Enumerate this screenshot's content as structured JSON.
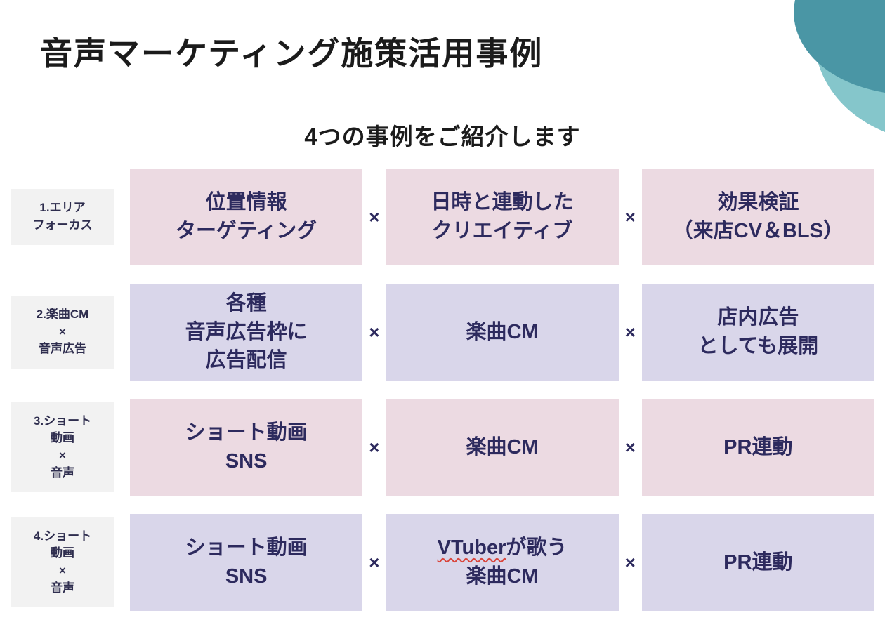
{
  "slide": {
    "title": "音声マーケティング施策活用事例",
    "subtitle": "4つの事例をご紹介します",
    "separator": "×"
  },
  "colors": {
    "pink": "#ecdae2",
    "lavender": "#d9d6ea",
    "label_bg": "#f2f2f2",
    "text": "#2d2a5e",
    "label_text": "#2e2d4e",
    "title_text": "#1b1b1b",
    "teal_dark": "#4a96a5",
    "teal_light": "#85c6cb"
  },
  "rows": [
    {
      "palette": "pink",
      "label_lines": [
        "1.エリア",
        "フォーカス"
      ],
      "cells": [
        {
          "lines": [
            "位置情報",
            "ターゲティング"
          ]
        },
        {
          "lines": [
            "日時と連動した",
            "クリエイティブ"
          ]
        },
        {
          "lines": [
            "効果検証",
            "（来店CV＆BLS）"
          ]
        }
      ]
    },
    {
      "palette": "lavender",
      "label_lines": [
        "2.楽曲CM",
        "×",
        "音声広告"
      ],
      "cells": [
        {
          "lines": [
            "各種",
            "音声広告枠に",
            "広告配信"
          ]
        },
        {
          "lines": [
            "楽曲CM"
          ]
        },
        {
          "lines": [
            "店内広告",
            "としても展開"
          ]
        }
      ]
    },
    {
      "palette": "pink",
      "label_lines": [
        "3.ショート",
        "動画",
        "×",
        "音声"
      ],
      "cells": [
        {
          "lines": [
            "ショート動画",
            "SNS"
          ]
        },
        {
          "lines": [
            "楽曲CM"
          ]
        },
        {
          "lines": [
            "PR連動"
          ]
        }
      ]
    },
    {
      "palette": "lavender",
      "label_lines": [
        "4.ショート",
        "動画",
        "×",
        "音声"
      ],
      "cells": [
        {
          "lines": [
            "ショート動画",
            "SNS"
          ]
        },
        {
          "lines": [
            [
              {
                "text": "VTuber",
                "wavy": true
              },
              {
                "text": "が歌う",
                "wavy": false
              }
            ],
            "楽曲CM"
          ]
        },
        {
          "lines": [
            "PR連動"
          ]
        }
      ]
    }
  ]
}
